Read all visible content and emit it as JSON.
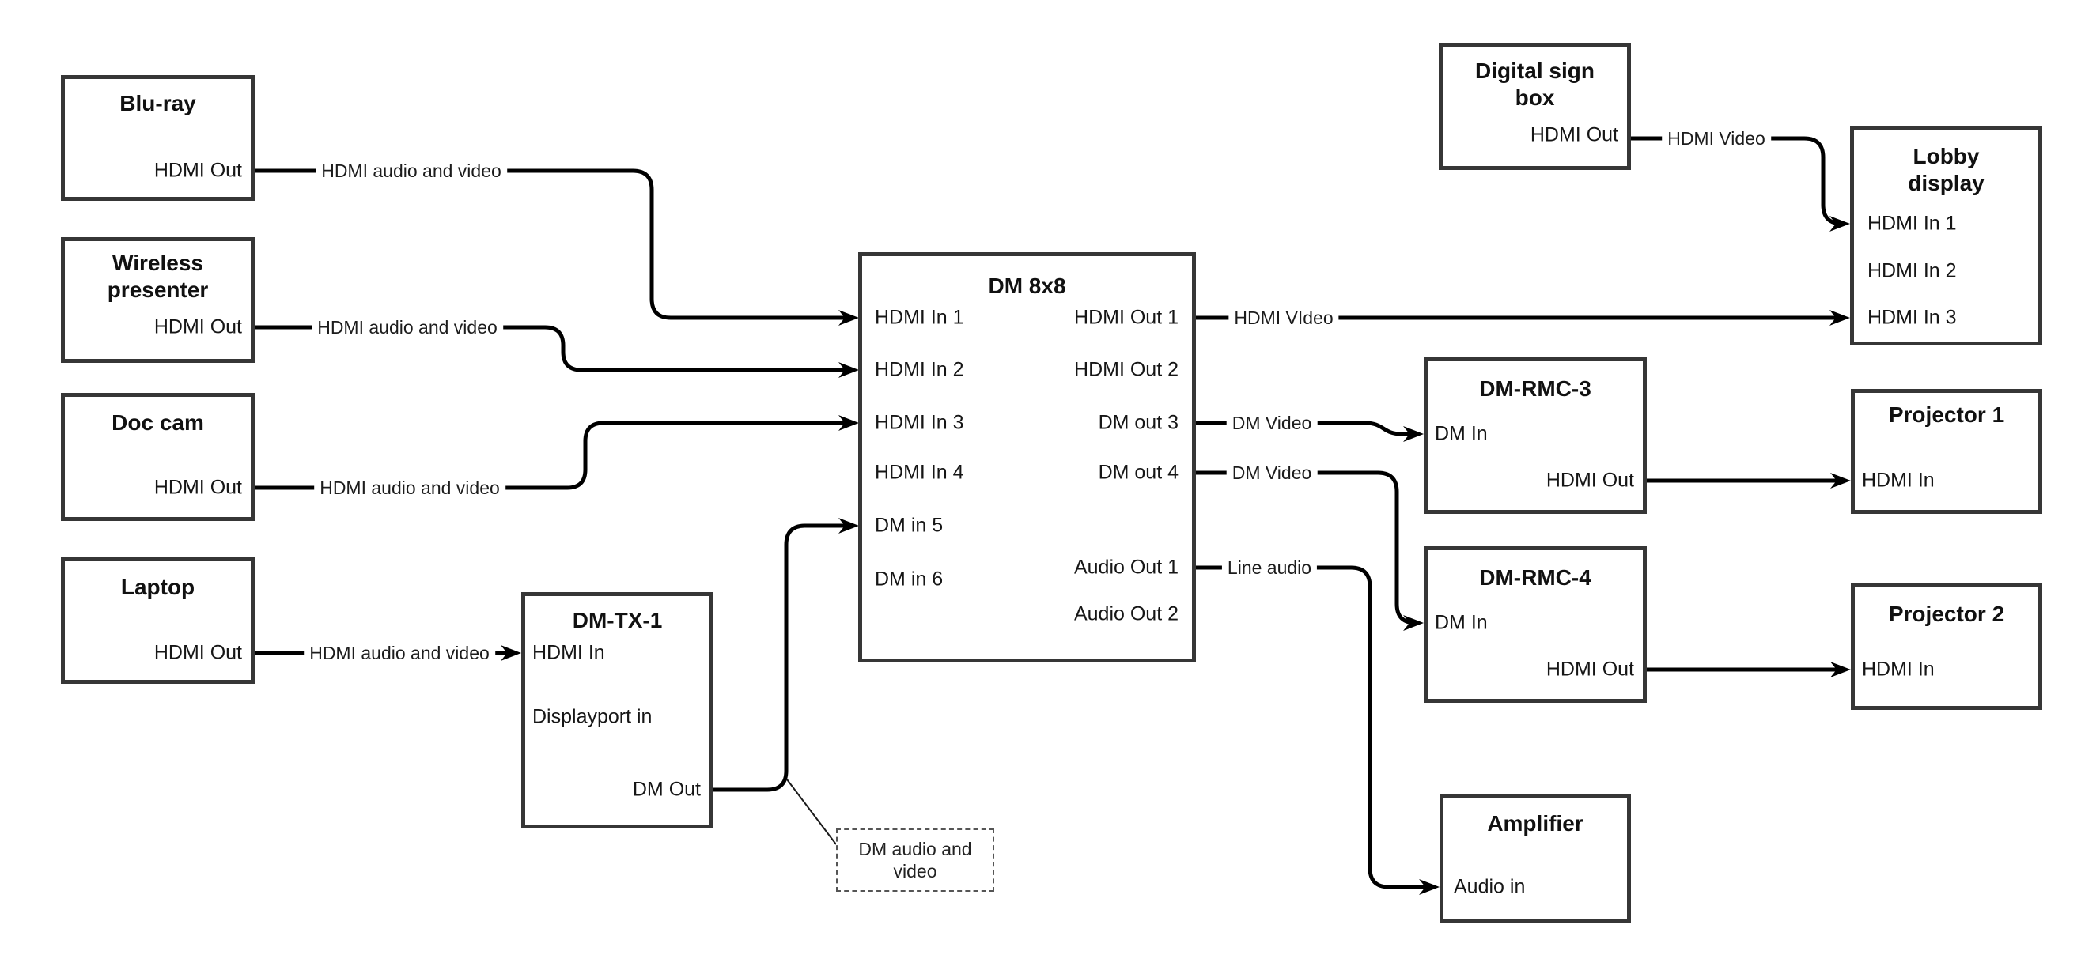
{
  "diagram": {
    "colors": {
      "wire": "#000000",
      "box_border": "#363636",
      "background": "#ffffff"
    },
    "nodes": {
      "bluray": {
        "title": "Blu-ray",
        "ports": {
          "out": "HDMI Out"
        }
      },
      "wireless": {
        "title": "Wireless presenter",
        "ports": {
          "out": "HDMI Out"
        }
      },
      "doccam": {
        "title": "Doc cam",
        "ports": {
          "out": "HDMI Out"
        }
      },
      "laptop": {
        "title": "Laptop",
        "ports": {
          "out": "HDMI Out"
        }
      },
      "dmtx1": {
        "title": "DM-TX-1",
        "ports": {
          "hdmi_in": "HDMI In",
          "dp_in": "Displayport in",
          "dm_out": "DM Out"
        }
      },
      "dm8x8": {
        "title": "DM 8x8",
        "ports": {
          "in1": "HDMI In 1",
          "in2": "HDMI In 2",
          "in3": "HDMI In 3",
          "in4": "HDMI In 4",
          "in5": "DM in 5",
          "in6": "DM in 6",
          "out1": "HDMI Out 1",
          "out2": "HDMI Out 2",
          "out3": "DM out 3",
          "out4": "DM out 4",
          "aout1": "Audio Out 1",
          "aout2": "Audio Out 2"
        }
      },
      "digitalsign": {
        "title": "Digital sign box",
        "ports": {
          "out": "HDMI Out"
        }
      },
      "lobby": {
        "title": "Lobby display",
        "ports": {
          "in1": "HDMI In 1",
          "in2": "HDMI In 2",
          "in3": "HDMI In 3"
        }
      },
      "dmrmc3": {
        "title": "DM-RMC-3",
        "ports": {
          "dm_in": "DM In",
          "hdmi_out": "HDMI Out"
        }
      },
      "dmrmc4": {
        "title": "DM-RMC-4",
        "ports": {
          "dm_in": "DM In",
          "hdmi_out": "HDMI Out"
        }
      },
      "proj1": {
        "title": "Projector 1",
        "ports": {
          "in": "HDMI In"
        }
      },
      "proj2": {
        "title": "Projector 2",
        "ports": {
          "in": "HDMI In"
        }
      },
      "amp": {
        "title": "Amplifier",
        "ports": {
          "in": "Audio in"
        }
      }
    },
    "wire_labels": {
      "bluray": "HDMI audio and video",
      "wireless": "HDMI audio and video",
      "doccam": "HDMI audio and video",
      "laptop": "HDMI audio and video",
      "hdmi_video_main": "HDMI VIdeo",
      "dm_video_3": "DM Video",
      "dm_video_4": "DM Video",
      "line_audio": "Line audio",
      "hdmi_video_sign": "HDMI Video"
    },
    "callout": {
      "text": "DM audio and video"
    }
  }
}
